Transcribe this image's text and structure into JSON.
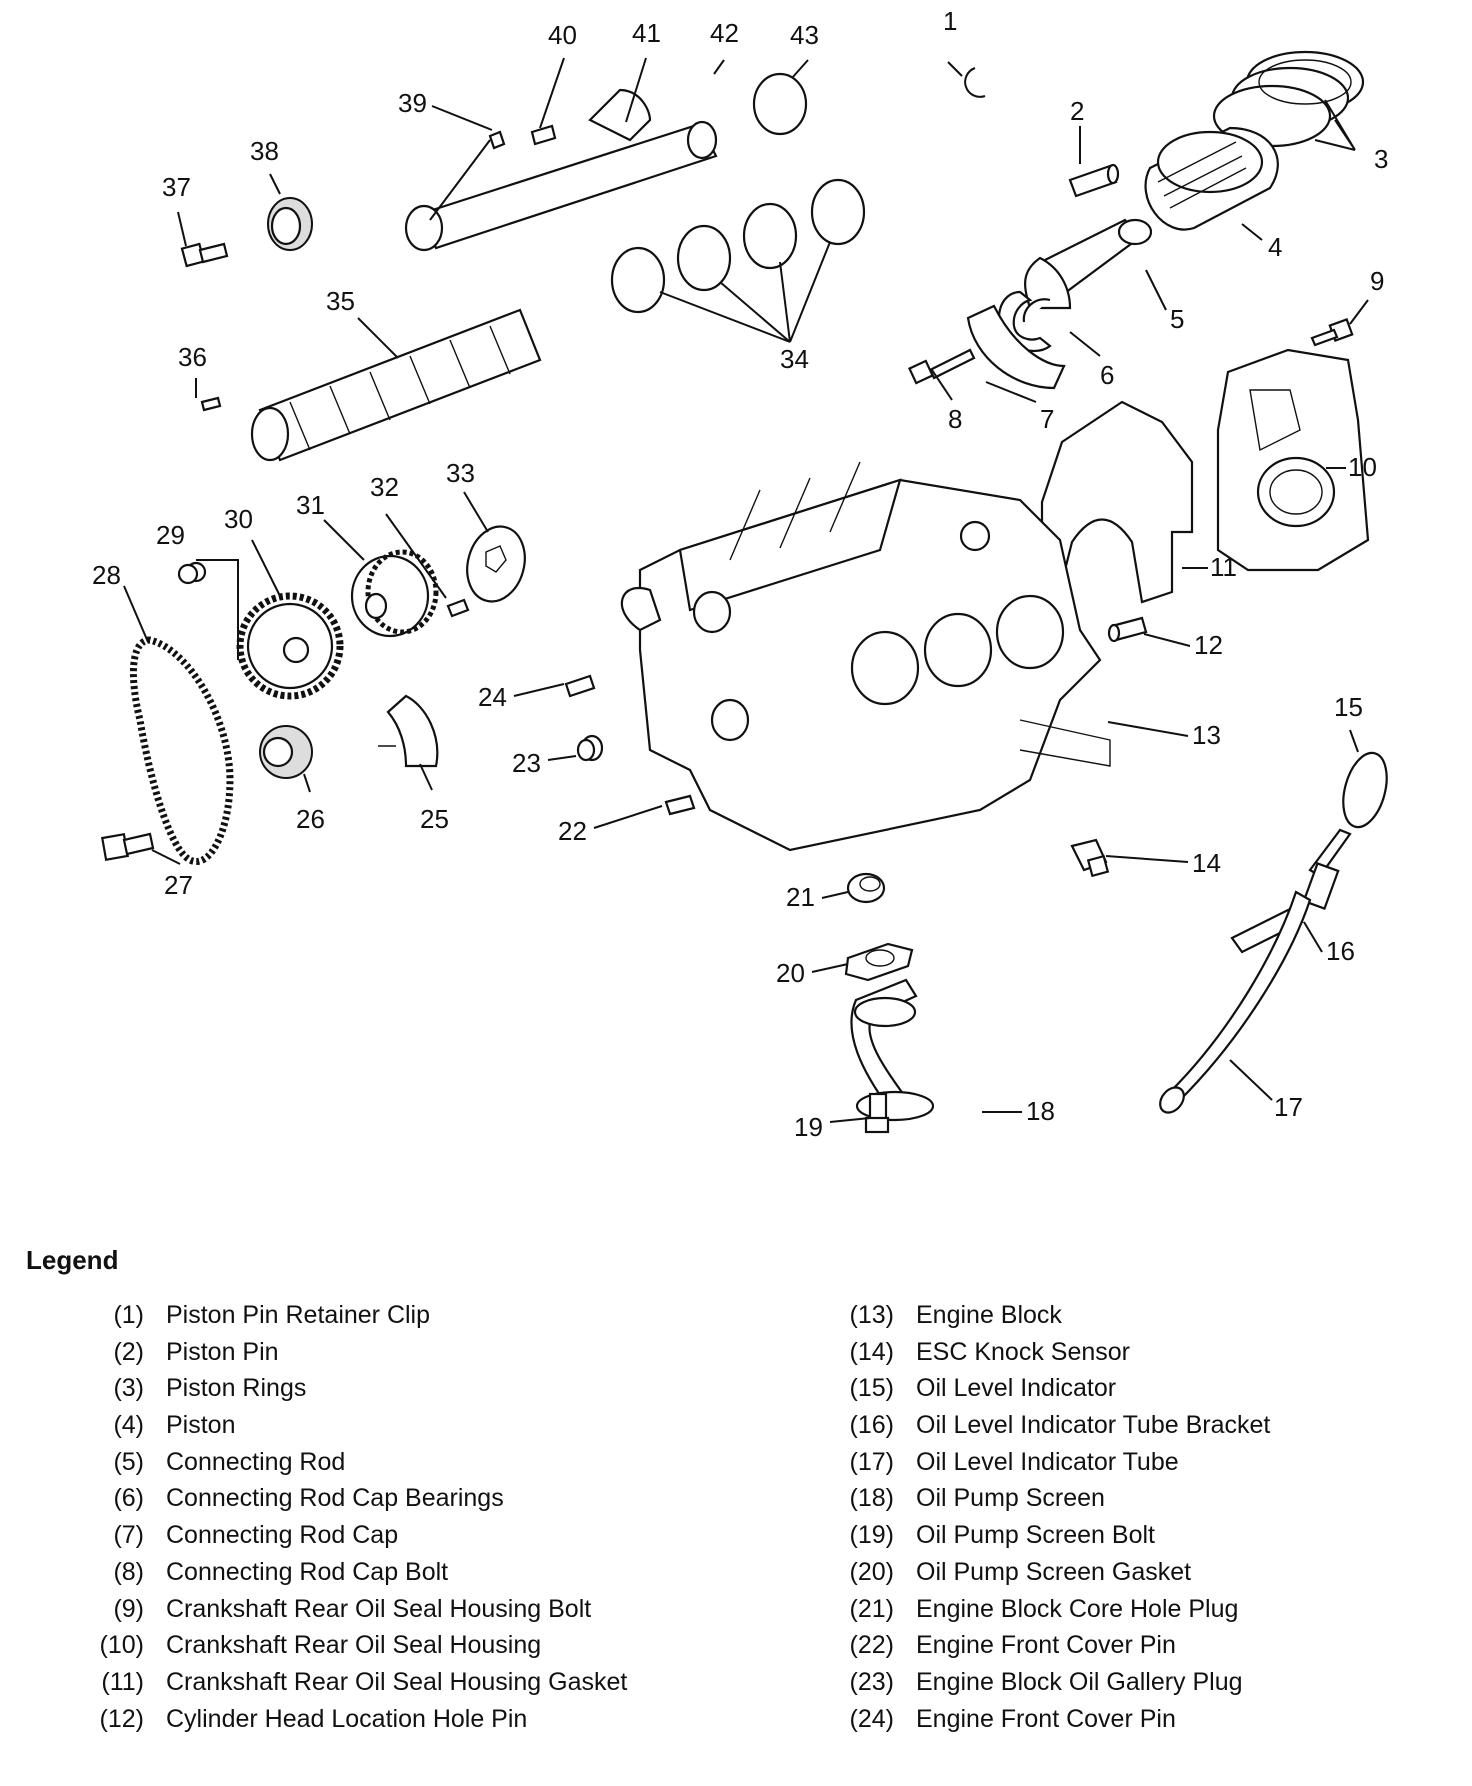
{
  "callouts": [
    "1",
    "2",
    "3",
    "4",
    "5",
    "6",
    "7",
    "8",
    "9",
    "10",
    "11",
    "12",
    "13",
    "14",
    "15",
    "16",
    "17",
    "18",
    "19",
    "20",
    "21",
    "22",
    "23",
    "24",
    "25",
    "26",
    "27",
    "28",
    "29",
    "30",
    "31",
    "32",
    "33",
    "34",
    "35",
    "36",
    "37",
    "38",
    "39",
    "40",
    "41",
    "42",
    "43"
  ],
  "legend": {
    "title": "Legend",
    "left": [
      {
        "num": "(1)",
        "label": "Piston Pin Retainer Clip"
      },
      {
        "num": "(2)",
        "label": "Piston Pin"
      },
      {
        "num": "(3)",
        "label": "Piston Rings"
      },
      {
        "num": "(4)",
        "label": "Piston"
      },
      {
        "num": "(5)",
        "label": "Connecting Rod"
      },
      {
        "num": "(6)",
        "label": "Connecting Rod Cap Bearings"
      },
      {
        "num": "(7)",
        "label": "Connecting Rod Cap"
      },
      {
        "num": "(8)",
        "label": "Connecting Rod Cap Bolt"
      },
      {
        "num": "(9)",
        "label": "Crankshaft Rear Oil Seal Housing Bolt"
      },
      {
        "num": "(10)",
        "label": "Crankshaft Rear Oil Seal Housing"
      },
      {
        "num": "(11)",
        "label": "Crankshaft Rear Oil Seal Housing Gasket"
      },
      {
        "num": "(12)",
        "label": "Cylinder Head Location Hole Pin"
      }
    ],
    "right": [
      {
        "num": "(13)",
        "label": "Engine Block"
      },
      {
        "num": "(14)",
        "label": "ESC Knock Sensor"
      },
      {
        "num": "(15)",
        "label": "Oil Level Indicator"
      },
      {
        "num": "(16)",
        "label": "Oil Level Indicator Tube Bracket"
      },
      {
        "num": "(17)",
        "label": "Oil Level Indicator Tube"
      },
      {
        "num": "(18)",
        "label": "Oil Pump Screen"
      },
      {
        "num": "(19)",
        "label": "Oil Pump Screen Bolt"
      },
      {
        "num": "(20)",
        "label": "Oil Pump Screen Gasket"
      },
      {
        "num": "(21)",
        "label": "Engine Block Core Hole Plug"
      },
      {
        "num": "(22)",
        "label": "Engine Front Cover Pin"
      },
      {
        "num": "(23)",
        "label": "Engine Block Oil Gallery Plug"
      },
      {
        "num": "(24)",
        "label": "Engine Front Cover Pin"
      }
    ]
  }
}
